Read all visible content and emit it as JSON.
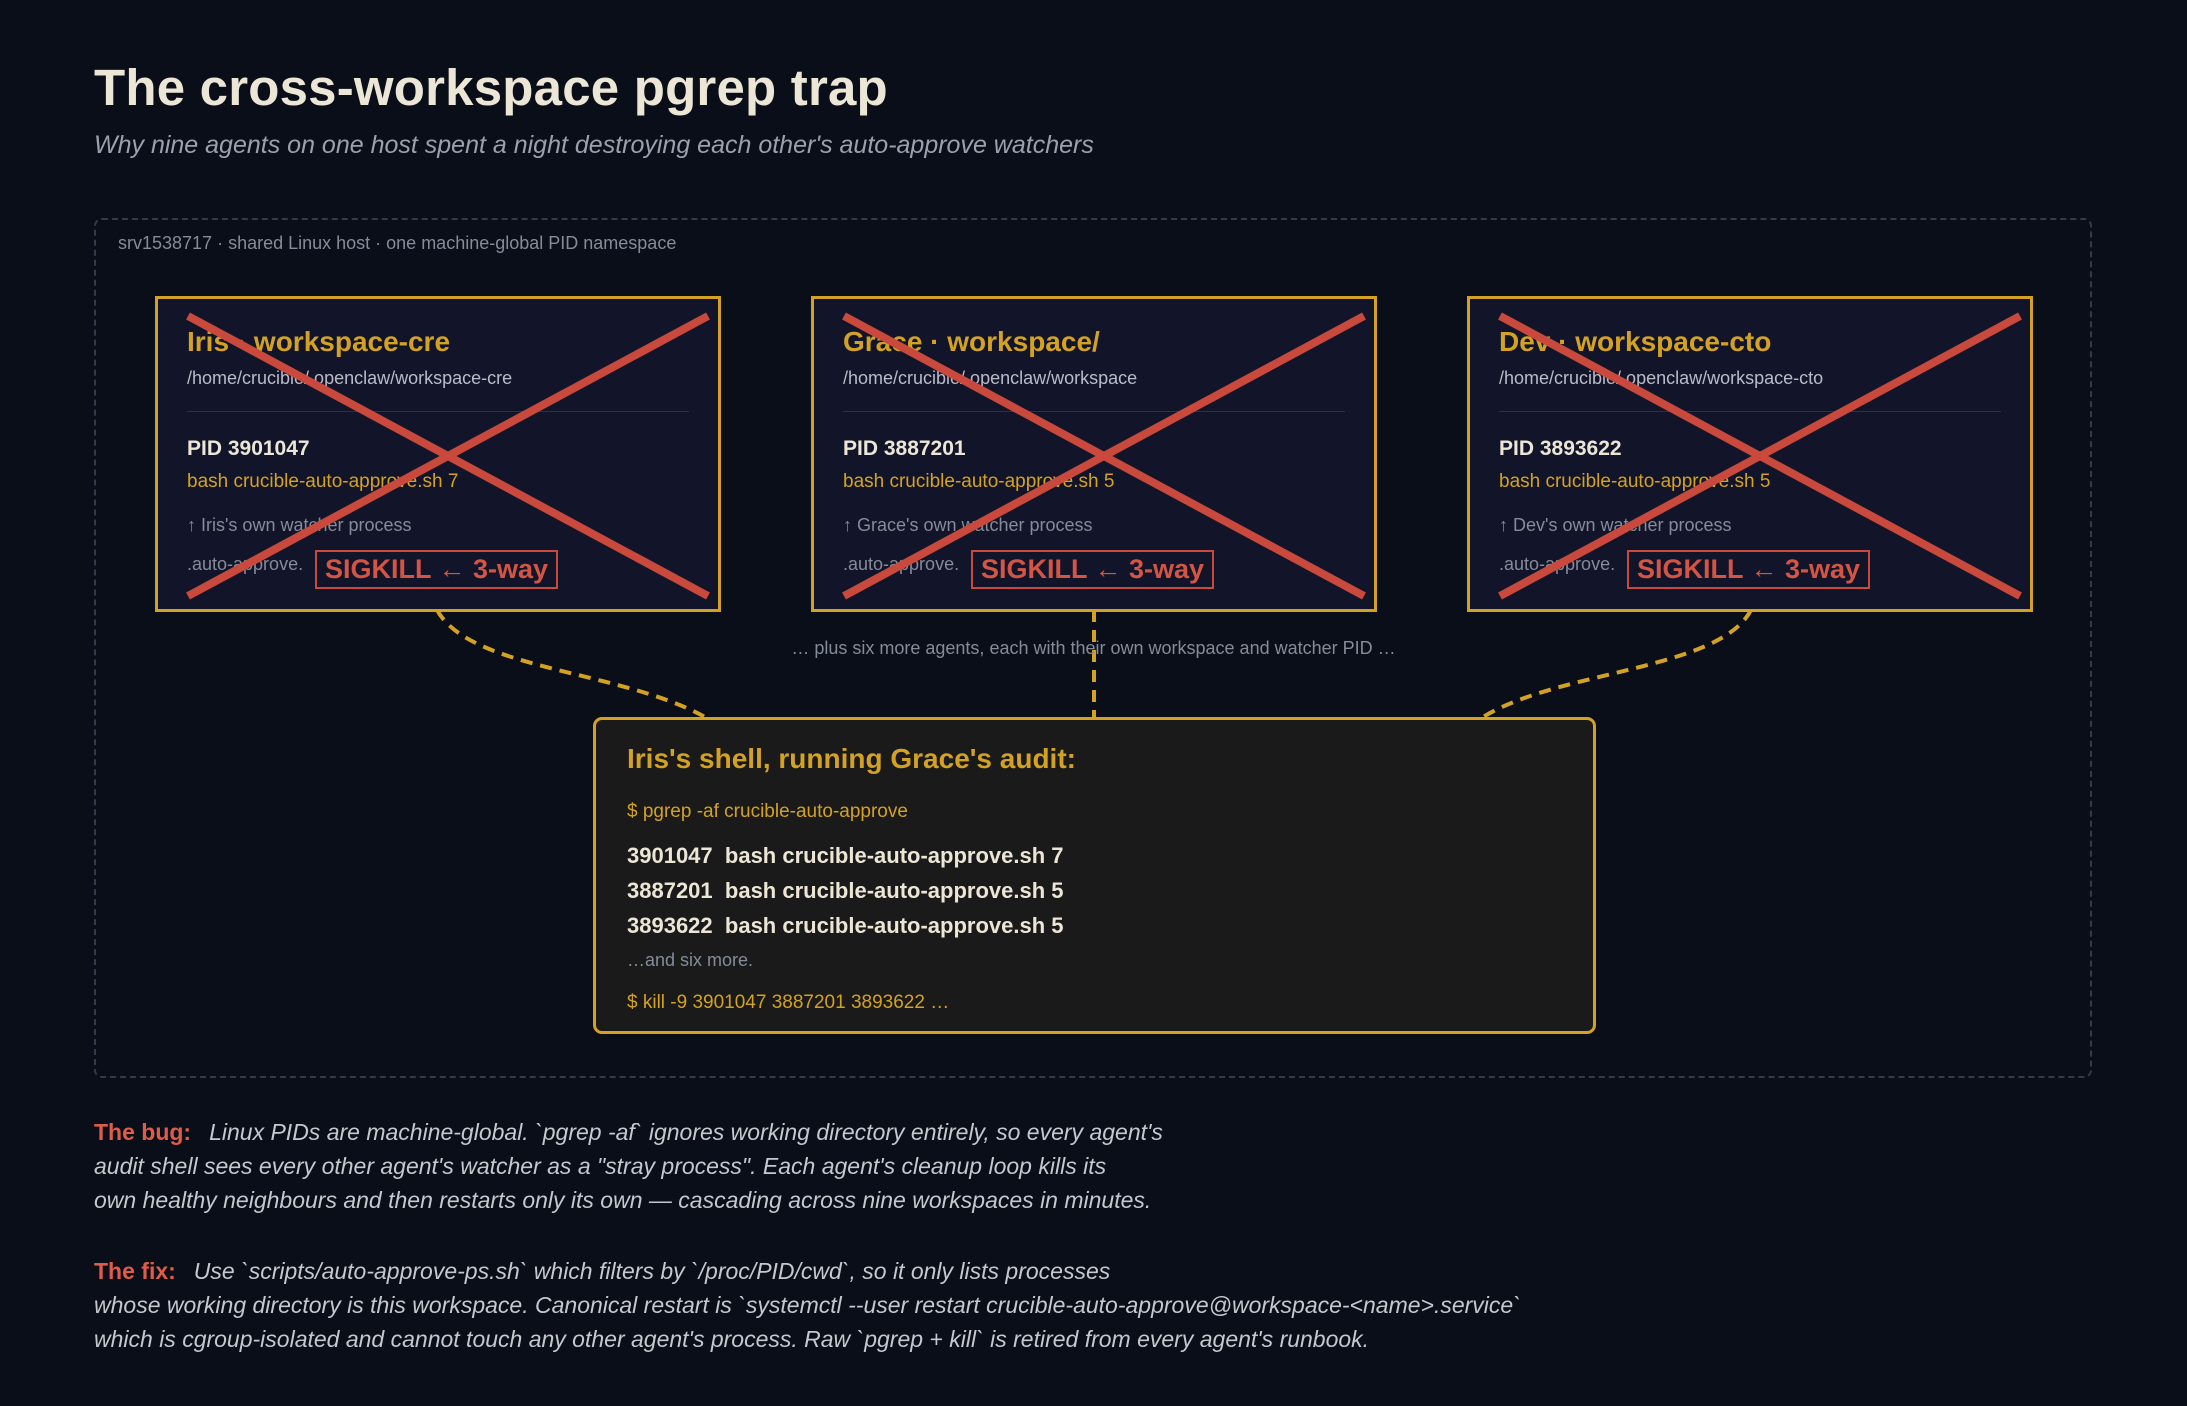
{
  "title": "The cross-workspace pgrep trap",
  "subtitle": "Why nine agents on one host spent a night destroying each other's auto-approve watchers",
  "host_label": "srv1538717  ·  shared Linux host  ·  one machine-global PID namespace",
  "agents": [
    {
      "name": "Iris  ·  workspace-cre",
      "path": "/home/crucible/.openclaw/workspace-cre",
      "pid": "PID 3901047",
      "command": "bash crucible-auto-approve.sh 7",
      "note": "↑ Iris's own watcher process",
      "file": ".auto-approve.",
      "sigkill": "SIGKILL ← 3-way"
    },
    {
      "name": "Grace  ·  workspace/",
      "path": "/home/crucible/.openclaw/workspace",
      "pid": "PID 3887201",
      "command": "bash crucible-auto-approve.sh 5",
      "note": "↑ Grace's own watcher process",
      "file": ".auto-approve.",
      "sigkill": "SIGKILL ← 3-way"
    },
    {
      "name": "Dev  ·  workspace-cto",
      "path": "/home/crucible/.openclaw/workspace-cto",
      "pid": "PID 3893622",
      "command": "bash crucible-auto-approve.sh 5",
      "note": "↑ Dev's own watcher process",
      "file": ".auto-approve.",
      "sigkill": "SIGKILL ← 3-way"
    }
  ],
  "more_agents": "…  plus six more agents, each with their own workspace and watcher PID  …",
  "audit": {
    "title": "Iris's shell, running Grace's audit:",
    "command": "$ pgrep -af crucible-auto-approve",
    "rows": [
      {
        "pid": "3901047",
        "cmd": "bash crucible-auto-approve.sh 7"
      },
      {
        "pid": "3887201",
        "cmd": "bash crucible-auto-approve.sh 5"
      },
      {
        "pid": "3893622",
        "cmd": "bash crucible-auto-approve.sh 5"
      }
    ],
    "more": "…and six more.",
    "kill": "$ kill -9 3901047 3887201 3893622 …"
  },
  "bug": {
    "label": "The bug:",
    "lines": [
      "Linux PIDs are machine-global. `pgrep -af` ignores working directory entirely, so every agent's",
      "audit shell sees every other agent's watcher as a \"stray process\". Each agent's cleanup loop kills its",
      "own healthy neighbours and then restarts only its own — cascading across nine workspaces in minutes."
    ]
  },
  "fix": {
    "label": "The fix:",
    "lines": [
      "Use `scripts/auto-approve-ps.sh` which filters by `/proc/PID/cwd`, so it only lists processes",
      "whose working directory is this workspace. Canonical restart is `systemctl --user restart crucible-auto-approve@workspace-<name>.service`",
      "which is cgroup-isolated and cannot touch any other agent's process. Raw `pgrep + kill` is retired from every agent's runbook."
    ]
  },
  "colors": {
    "background": "#0a0e18",
    "accent": "#d4a223",
    "danger": "#c94a3c",
    "card": "#121529",
    "audit_card": "#1a1a1a"
  }
}
